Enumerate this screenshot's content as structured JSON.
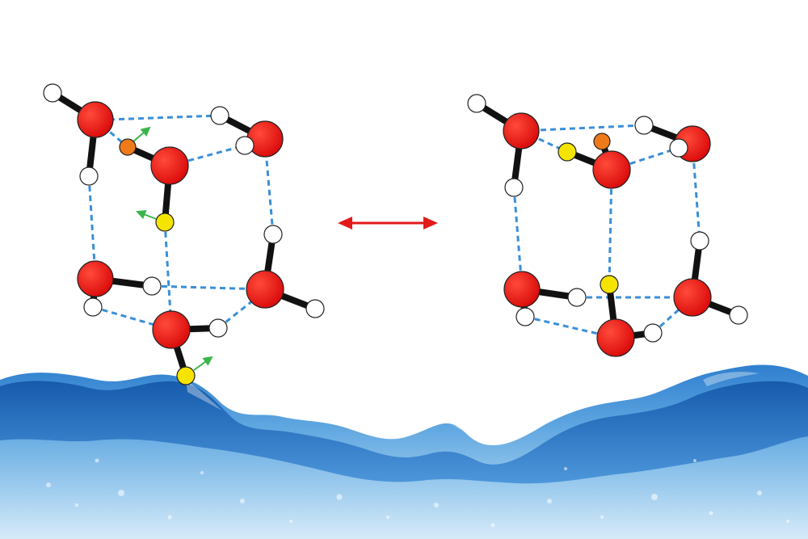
{
  "colors": {
    "oxygen": "#ee1111",
    "hydrogen": "#ffffff",
    "highlight_hydrogen": "#f5e400",
    "tunneling_hydrogen": "#ee7a1a",
    "covalent_bond": "#111111",
    "hydrogen_bond": "#3a8fd8",
    "displacement_arrow": "#39b54a",
    "equilibrium_arrow": "#e31a1a",
    "water_light": "#cfe6f7",
    "water_mid": "#4f9ad6",
    "water_dark": "#0d4fa3"
  },
  "diagram": {
    "left_structure": "water-hexamer-cage-left",
    "right_structure": "water-hexamer-cage-right",
    "connector": "double-headed-arrow"
  },
  "background": "water-splash"
}
